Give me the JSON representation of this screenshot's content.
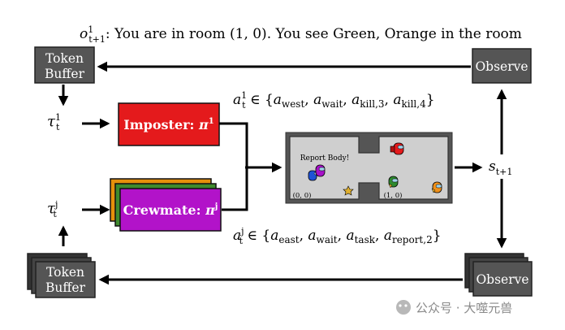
{
  "observation": {
    "symbol": "o",
    "sup": "1",
    "sub": "t+1",
    "text": ": You are in room (1, 0). You see Green, Orange in the room"
  },
  "token_buffer_top": {
    "line1": "Token",
    "line2": "Buffer"
  },
  "token_buffer_bottom": {
    "line1": "Token",
    "line2": "Buffer"
  },
  "observe_top": {
    "label": "Observe"
  },
  "observe_bottom": {
    "label": "Observe"
  },
  "tau_top": {
    "symbol": "τ",
    "sup": "1",
    "sub": "t"
  },
  "tau_bottom": {
    "symbol": "τ",
    "sup": "j",
    "sub": "t"
  },
  "imposter": {
    "text": "Imposter: ",
    "pi": "π",
    "sup": "1"
  },
  "crewmate": {
    "text": "Crewmate: ",
    "pi": "π",
    "sup": "j"
  },
  "action_imposter": {
    "a": "a",
    "sup": "1",
    "sub": "t",
    "elem": " ∈ {",
    "items": [
      {
        "a": "a",
        "sub": "west"
      },
      {
        "a": "a",
        "sub": "wait"
      },
      {
        "a": "a",
        "sub": "kill,3"
      },
      {
        "a": "a",
        "sub": "kill,4"
      }
    ],
    "close": "}"
  },
  "action_crewmate": {
    "a": "a",
    "sup": "j",
    "sub": "t",
    "elem": " ∈ {",
    "items": [
      {
        "a": "a",
        "sub": "east"
      },
      {
        "a": "a",
        "sub": "wait"
      },
      {
        "a": "a",
        "sub": "task"
      },
      {
        "a": "a",
        "sub": "report,2"
      }
    ],
    "close": "}"
  },
  "state": {
    "symbol": "s",
    "sub": "t+1"
  },
  "map": {
    "report_text": "Report Body!",
    "room_left": "(0, 0)",
    "room_right": "(1, 0)"
  },
  "watermark": {
    "text": "公众号 · 大噬元兽"
  },
  "colors": {
    "imposter_red": "#e41a1c",
    "crewmate_purple": "#b213c9",
    "stack_orange": "#e6900b",
    "stack_green": "#3f8a2e",
    "box_gray": "#555555",
    "map_gray": "#cfcfcf"
  }
}
